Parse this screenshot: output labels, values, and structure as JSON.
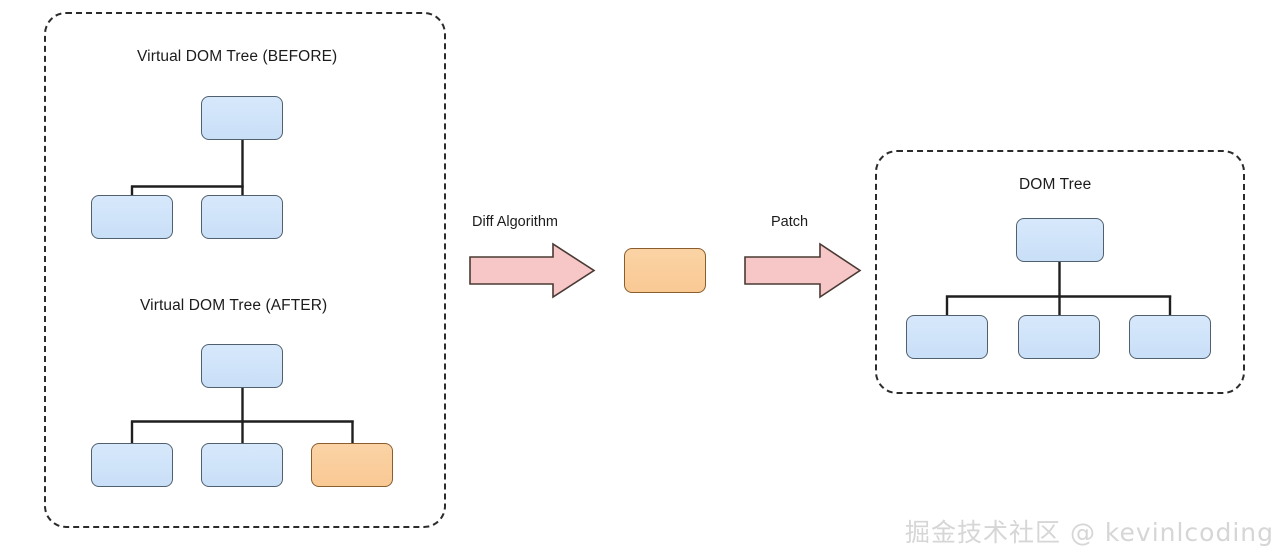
{
  "diagram": {
    "title_alt": "Virtual DOM diff and patch flow",
    "colors": {
      "node_blue_fill": "#cfe3f9",
      "node_blue_border": "#50606e",
      "node_orange_fill": "#f9c994",
      "node_orange_border": "#8a5d2d",
      "arrow_fill": "#f7c6c6",
      "arrow_border": "#4a3a34",
      "connector": "#1f1f1f",
      "panel_border": "#2b2b2b",
      "text": "#1c1c1c",
      "watermark": "#d6d6d6"
    }
  },
  "panels": {
    "virtual": {
      "name": "Virtual DOM panel",
      "trees": [
        {
          "title": "Virtual DOM Tree (BEFORE)",
          "root": {
            "id": "before-root",
            "color": "blue"
          },
          "children": [
            {
              "id": "before-child-1",
              "color": "blue"
            },
            {
              "id": "before-child-2",
              "color": "blue"
            }
          ]
        },
        {
          "title": "Virtual DOM Tree (AFTER)",
          "root": {
            "id": "after-root",
            "color": "blue"
          },
          "children": [
            {
              "id": "after-child-1",
              "color": "blue"
            },
            {
              "id": "after-child-2",
              "color": "blue"
            },
            {
              "id": "after-child-3",
              "color": "orange"
            }
          ]
        }
      ]
    },
    "dom": {
      "title": "DOM Tree",
      "root": {
        "id": "dom-root",
        "color": "blue"
      },
      "children": [
        {
          "id": "dom-child-1",
          "color": "blue"
        },
        {
          "id": "dom-child-2",
          "color": "blue"
        },
        {
          "id": "dom-child-3",
          "color": "blue"
        }
      ]
    }
  },
  "flow": {
    "diff_label": "Diff Algorithm",
    "patch_label": "Patch",
    "patch_node": {
      "id": "patch-node",
      "color": "orange"
    },
    "arrows": [
      {
        "name": "diff-arrow",
        "direction": "right"
      },
      {
        "name": "patch-arrow",
        "direction": "right"
      }
    ]
  },
  "watermark": {
    "text": "掘金技术社区 @ kevinlcoding"
  }
}
